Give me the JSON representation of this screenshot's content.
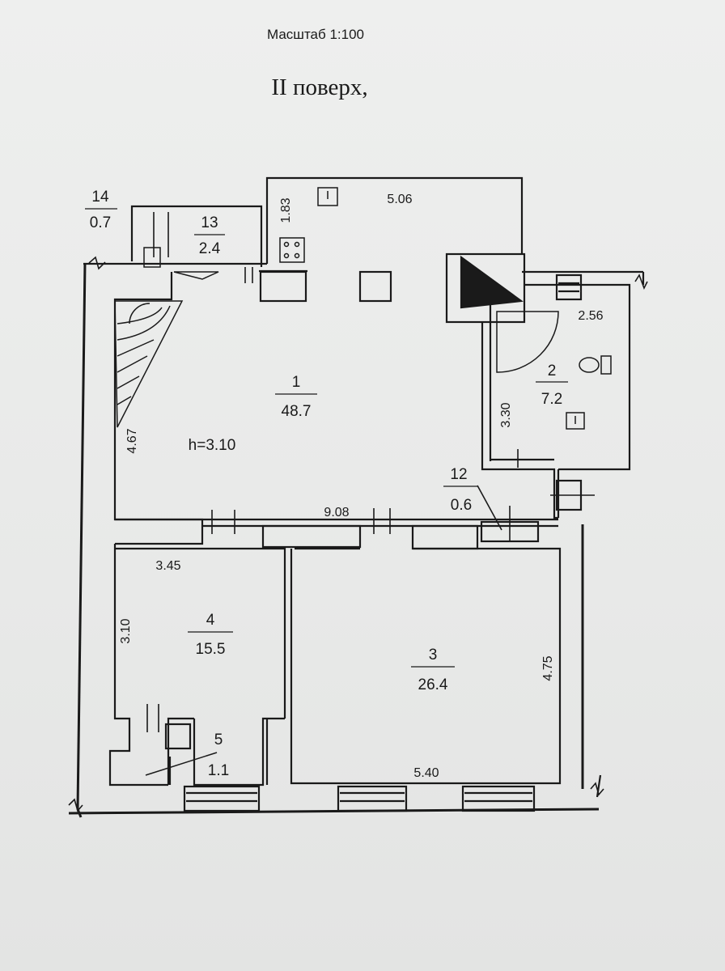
{
  "header": {
    "scale": "Масштаб 1:100",
    "floor_title": "II поверх,"
  },
  "rooms": [
    {
      "number": "1",
      "area": "48.7"
    },
    {
      "number": "2",
      "area": "7.2"
    },
    {
      "number": "3",
      "area": "26.4"
    },
    {
      "number": "4",
      "area": "15.5"
    },
    {
      "number": "5",
      "area": "1.1"
    },
    {
      "number": "12",
      "area": "0.6"
    },
    {
      "number": "13",
      "area": "2.4"
    },
    {
      "number": "14",
      "area": "0.7"
    }
  ],
  "dimensions": {
    "d_5_06": "5.06",
    "d_1_83": "1.83",
    "d_2_56": "2.56",
    "d_3_30": "3.30",
    "d_4_67": "4.67",
    "ceiling_height": "h=3.10",
    "d_9_08": "9.08",
    "d_3_45": "3.45",
    "d_3_10": "3.10",
    "d_4_75": "4.75",
    "d_5_40": "5.40"
  }
}
